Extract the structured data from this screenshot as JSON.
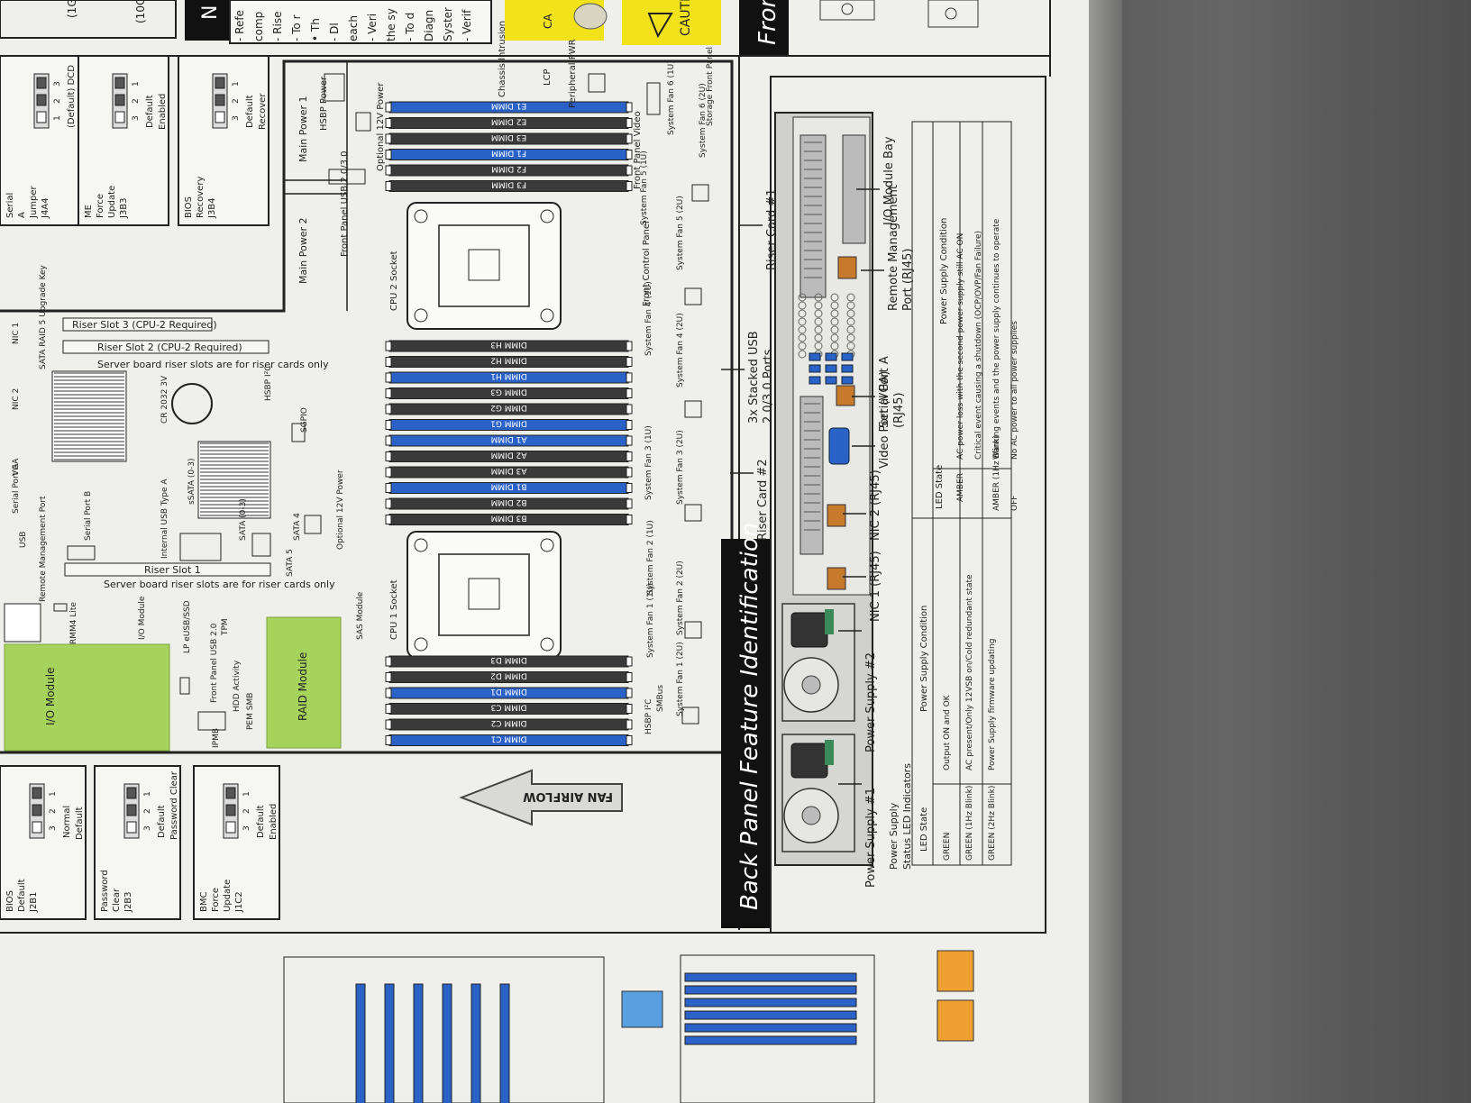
{
  "header": {
    "note_lines": [
      "- Refe",
      "comp",
      "- Rise",
      "- To r",
      "• Th",
      "- Dl",
      "each",
      "- Veri",
      "the sy",
      "- To d",
      "Diagn",
      "Syster",
      "- Verif"
    ],
    "caution_label": "CAUTI",
    "caution_label_partial": "CA",
    "front_label": "Fron",
    "partial_top": [
      "(1G",
      "(10G"
    ],
    "partial_section_label": "N"
  },
  "jumpers_top": [
    {
      "name": "Serial A Jumper J4A4",
      "state_a": "(Default) DCD",
      "pins": [
        "3",
        "2",
        "1"
      ]
    },
    {
      "name": "ME Force Update J3B3",
      "state_a": "Default",
      "state_b": "Enabled",
      "pins": [
        "1",
        "2",
        "3"
      ]
    },
    {
      "name": "BIOS Recovery J3B4",
      "state_a": "Default",
      "state_b": "Recover",
      "pins": [
        "1",
        "2",
        "3"
      ]
    }
  ],
  "jumpers_bottom": [
    {
      "name": "BIOS Default J2B1",
      "state_a": "Normal",
      "state_b": "Default",
      "pins": [
        "1",
        "2",
        "3"
      ]
    },
    {
      "name": "Password Clear J2B3",
      "state_a": "Default",
      "state_b": "Password Clear",
      "pins": [
        "1",
        "2",
        "3"
      ]
    },
    {
      "name": "BMC Force Update J1C2",
      "state_a": "Default",
      "state_b": "Enabled",
      "pins": [
        "1",
        "2",
        "3"
      ]
    }
  ],
  "board": {
    "riser_slots": [
      "Riser Slot 3 (CPU-2 Required)",
      "Riser Slot 2 (CPU-2 Required)",
      "Riser Slot 1"
    ],
    "riser_note": "Server board riser slots are for riser cards only",
    "labels_left": [
      "NIC 1",
      "NIC 2",
      "VGA",
      "Serial Port A",
      "USB",
      "Remote Management Port",
      "RMM4 Lite",
      "I/O Module",
      "SATA RAID 5 Upgrade Key",
      "Serial Port B",
      "Internal USB Type A",
      "CR 2032 3V",
      "sSATA (0-3)",
      "SATA (0-3)",
      "SATA 4",
      "SATA 5",
      "HSBP I²C",
      "SGPIO",
      "Optional 12V Power",
      "LP eUSB/SSD",
      "TPM",
      "Front Panel USB 2.0",
      "HDD Activity",
      "IPMB",
      "PEM SMB",
      "SAS Module",
      "RAID Module"
    ],
    "power": [
      "HSBP Power",
      "Main Power 1",
      "Main Power 2",
      "Optional 12V Power",
      "Front Panel USB 2.0/3.0"
    ],
    "sockets": [
      "CPU 2 Socket",
      "CPU 1 Socket"
    ],
    "dimms_cpu2_top": [
      "E1 DIMM",
      "E2 DIMM",
      "E3 DIMM",
      "F1 DIMM",
      "F2 DIMM",
      "F3 DIMM"
    ],
    "dimms_center": [
      "DIMM H3",
      "DIMM H2",
      "DIMM H1",
      "DIMM G3",
      "DIMM G2",
      "DIMM G1",
      "A1 DIMM",
      "A2 DIMM",
      "A3 DIMM",
      "B1 DIMM",
      "B2 DIMM",
      "B3 DIMM"
    ],
    "dimms_cpu1_bottom": [
      "DIMM D3",
      "DIMM D2",
      "DIMM D1",
      "DIMM C3",
      "DIMM C2",
      "DIMM C1"
    ],
    "fans": [
      "System Fan 6 (1U)",
      "System Fan 6 (2U)",
      "System Fan 5 (1U)",
      "System Fan 5 (2U)",
      "System Fan 4 (1U)",
      "System Fan 4 (2U)",
      "System Fan 3 (1U)",
      "System Fan 3 (2U)",
      "System Fan 2 (1U)",
      "System Fan 2 (2U)",
      "System Fan 1 (1U)",
      "System Fan 1 (2U)"
    ],
    "misc": [
      "Chassis Intrusion",
      "LCP",
      "Peripheral PWR",
      "Front Panel Video",
      "Front Control Panel",
      "Storage Front Panel",
      "HSBP I²C",
      "SMBus"
    ],
    "fan_airflow": "FAN AIRFLOW"
  },
  "back_panel": {
    "title": "Back Panel Feature Identification",
    "callouts": [
      "Riser Card #1",
      "I/O Module Bay",
      "Remote Management Port (RJ45)",
      "3x Stacked USB 2.0/3.0 Ports",
      "Serial Port A (RJ45)",
      "Video Port (VGA)",
      "Riser Card #2",
      "NIC 2 (RJ45)",
      "NIC 1 (RJ45)",
      "Power Supply #2",
      "Power Supply #1"
    ],
    "led_table": {
      "caption": "Power Supply Status LED Indicators",
      "left_headers": [
        "LED State",
        "Power Supply Condition"
      ],
      "left_rows": [
        [
          "GREEN",
          "Output ON and OK"
        ],
        [
          "GREEN (1Hz Blink)",
          "AC present/Only 12VSB on/Cold redundant state"
        ],
        [
          "GREEN (2Hz Blink)",
          "Power Supply firmware updating"
        ]
      ],
      "right_headers": [
        "LED State",
        "Power Supply Condition"
      ],
      "right_rows": [
        [
          "AMBER",
          "AC power loss with the second power supply still AC ON"
        ],
        [
          "",
          "Critical event causing a shutdown (OCP/OVP/Fan Failure)"
        ],
        [
          "AMBER (1Hz Blink)",
          "Warning events and the power supply continues to operate"
        ],
        [
          "OFF",
          "No AC power to all power supplies"
        ]
      ]
    }
  },
  "colors": {
    "dimm_blue": "#2a62c8",
    "dimm_black": "#3a3a3a",
    "module_green": "#a6d35c",
    "caution_yellow": "#f2e21a",
    "title_bar": "#111111"
  }
}
